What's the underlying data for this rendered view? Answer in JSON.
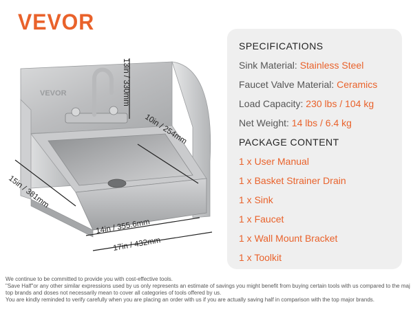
{
  "brand": {
    "logo_text": "VEVOR",
    "color": "#e9622b"
  },
  "product": {
    "sink_brand_mark": "VEVOR",
    "dimensions": {
      "height": "13in / 330mm",
      "depth_basin": "10in / 254mm",
      "width_depth": "15in / 381mm",
      "basin_width": "14in / 355.6mm",
      "total_width": "17in / 432mm"
    }
  },
  "specifications": {
    "title": "SPECIFICATIONS",
    "items": [
      {
        "label": "Sink Material: ",
        "value": "Stainless Steel"
      },
      {
        "label": "Faucet Valve Material: ",
        "value": "Ceramics"
      },
      {
        "label": "Load Capacity: ",
        "value": "230 lbs / 104 kg"
      },
      {
        "label": "Net Weight: ",
        "value": "14 lbs / 6.4 kg"
      }
    ]
  },
  "package": {
    "title": "PACKAGE CONTENT",
    "items": [
      "1 x User Manual",
      "1 x Basket Strainer Drain",
      "1 x Sink",
      "1 x Faucet",
      "1 x Wall Mount Bracket",
      "1 x Toolkit"
    ]
  },
  "disclaimer": {
    "lines": [
      "We continue to be committed to provide you with cost-effective tools.",
      "\"Save Half\"or any other similar expressions used by us only represents an estimate of savings you might benefit from buying certain tools with us compared to the major",
      "top brands and doses not necessarily mean to cover all categories of tools offered by us.",
      "You are kindly reminded to verify carefully when you are placing an order with us if you are actually saving half in comparison with the top major brands."
    ]
  },
  "colors": {
    "accent": "#e9622b",
    "panel": "#efefef",
    "text": "#222222"
  }
}
